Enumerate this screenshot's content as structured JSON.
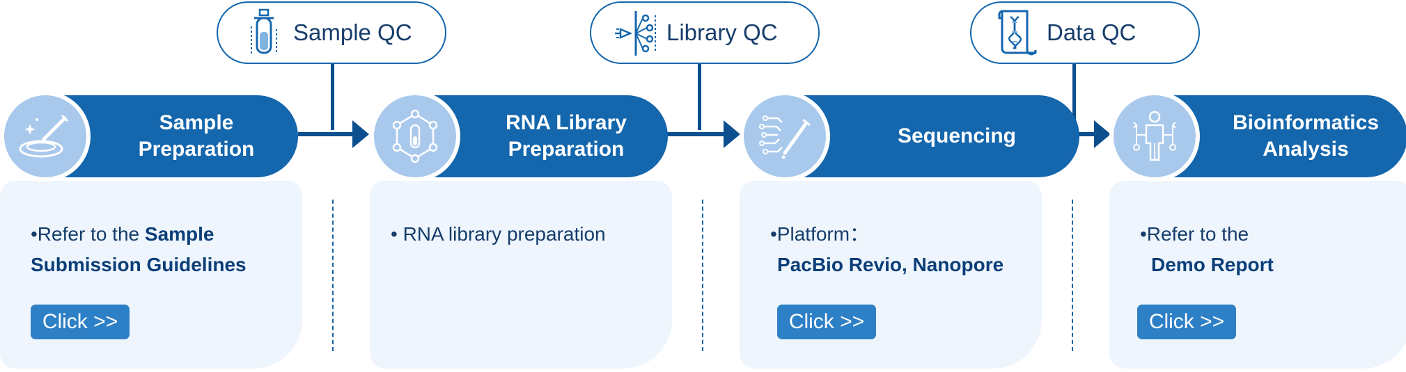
{
  "qc_steps": [
    {
      "label": "Sample QC",
      "icon": "test-tube-icon"
    },
    {
      "label": "Library QC",
      "icon": "funnel-network-icon"
    },
    {
      "label": "Data QC",
      "icon": "dna-scroll-icon"
    }
  ],
  "steps": [
    {
      "title": "Sample\nPreparation",
      "icon": "petri-dish-pipette-icon",
      "text_plain": "•Refer to the ",
      "text_bold": "Sample Submission Guidelines",
      "button": "Click >>"
    },
    {
      "title": "RNA Library\nPreparation",
      "icon": "molecule-tube-icon",
      "text_plain": "• RNA library preparation",
      "text_bold": "",
      "button": ""
    },
    {
      "title": "Sequencing",
      "icon": "circuit-pipette-icon",
      "text_plain": "•Platform：",
      "text_bold": "PacBio Revio, Nanopore",
      "button": "Click >>"
    },
    {
      "title": "Bioinformatics\nAnalysis",
      "icon": "person-network-icon",
      "text_plain": "•Refer to the",
      "text_bold": "Demo Report",
      "button": "Click >>"
    }
  ],
  "colors": {
    "primary": "#1466ad",
    "dark": "#0b4f8e",
    "circle": "#a8c9ec",
    "card": "#eef5fd",
    "button": "#2e80c6"
  }
}
